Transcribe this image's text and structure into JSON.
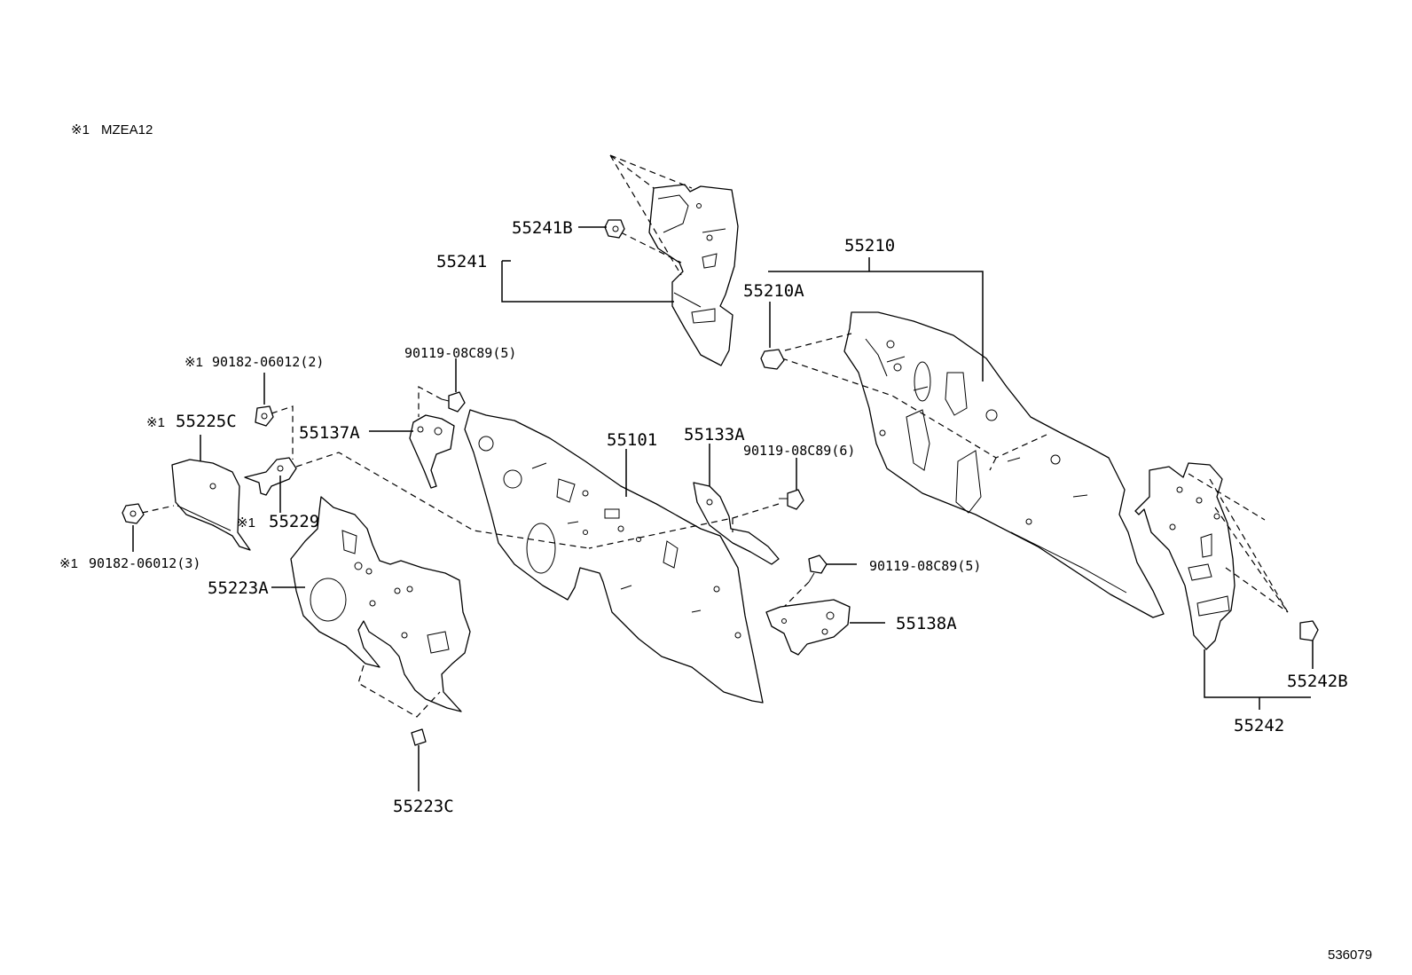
{
  "note": {
    "symbol": "※1",
    "text": "MZEA12"
  },
  "labels": {
    "p55241B": "55241B",
    "p55241": "55241",
    "p55210": "55210",
    "p55210A": "55210A",
    "p90119_top": "90119-08C89(5)",
    "p90182_top_sym": "※1",
    "p90182_top": "90182-06012(2)",
    "p55225C_sym": "※1",
    "p55225C": "55225C",
    "p55137A": "55137A",
    "p55101": "55101",
    "p55133A": "55133A",
    "p90119_mid": "90119-08C89(6)",
    "p55229_sym": "※1",
    "p55229": "55229",
    "p90182_low_sym": "※1",
    "p90182_low": "90182-06012(3)",
    "p55223A": "55223A",
    "p90119_low": "90119-08C89(5)",
    "p55138A": "55138A",
    "p55242B": "55242B",
    "p55242": "55242",
    "p55223C": "55223C"
  },
  "diagram_id": "536079"
}
